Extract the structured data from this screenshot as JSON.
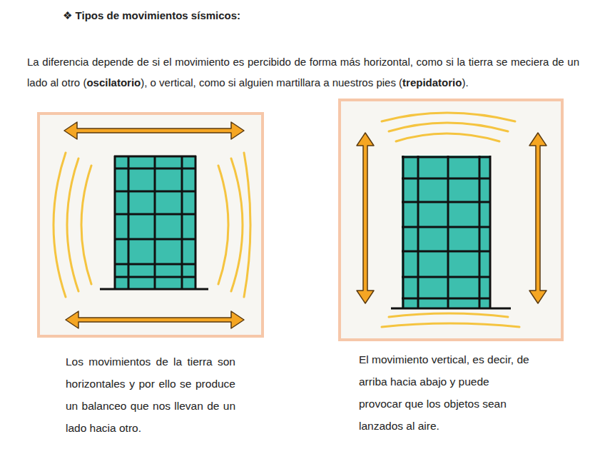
{
  "diagram": {
    "title": "❖ Tipos de movimientos sísmicos:",
    "nodes": [
      {
        "text": [
          "Los movimientos de la tierra son horizontales y por ello se produce un balanceo que nos llevan de un lado hacia otro."
        ]
      },
      {
        "text": [
          "El movimiento vertical, es decir, de arriba hacia abajo y puede provocar que los objetos sean lanzados al aire."
        ]
      }
    ],
    "labels": [
      "La diferencia depende de si el movimiento es percibido de forma más horizontal, como si la tierra se meciera de un lado al otro (",
      "oscilatorio",
      "), o vertical, como si alguien martillara a nuestros pies (",
      "trepidatorio",
      ")."
    ]
  }
}
